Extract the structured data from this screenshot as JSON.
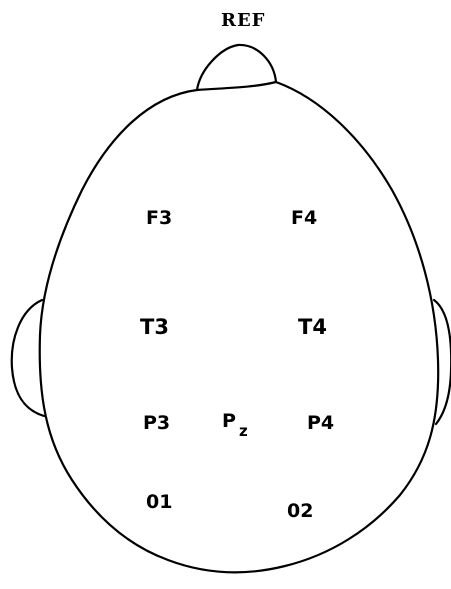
{
  "reference": {
    "label": "REF"
  },
  "electrodes": {
    "f3": "F3",
    "f4": "F4",
    "t3": "T3",
    "t4": "T4",
    "p3": "P3",
    "pz_letter": "P",
    "pz_subscript": "z",
    "p4": "P4",
    "o1": "01",
    "o2": "02"
  },
  "colors": {
    "line": "#000000",
    "background": "#ffffff"
  }
}
